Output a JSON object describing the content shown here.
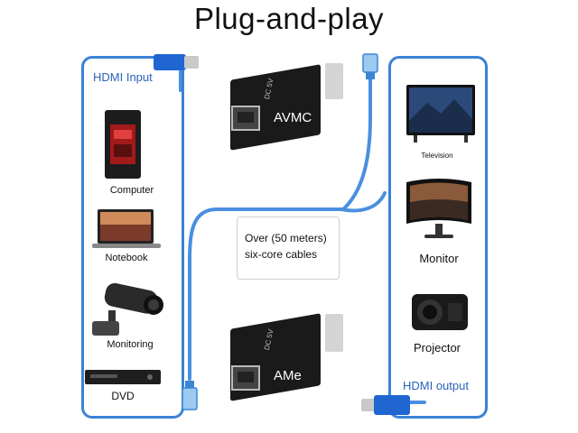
{
  "title": "Plug-and-play",
  "left_panel": {
    "label": "HDMI Input",
    "devices": [
      {
        "label": "Computer",
        "icon": "computer-tower-icon"
      },
      {
        "label": "Notebook",
        "icon": "laptop-icon"
      },
      {
        "label": "Monitoring",
        "icon": "cctv-camera-icon"
      },
      {
        "label": "DVD",
        "icon": "dvd-player-icon"
      }
    ]
  },
  "right_panel": {
    "label": "HDMI output",
    "devices": [
      {
        "label": "Television",
        "icon": "television-icon"
      },
      {
        "label": "Monitor",
        "icon": "monitor-icon"
      },
      {
        "label": "Projector",
        "icon": "projector-icon"
      }
    ]
  },
  "extenders": {
    "top": {
      "label": "AVMC",
      "port_text": "DC 5V"
    },
    "bottom": {
      "label": "AMe",
      "port_text": "DC 5V"
    }
  },
  "cable_note": {
    "line1": "Over (50 meters)",
    "line2": "six-core cables"
  },
  "colors": {
    "accent": "#3b82d6",
    "cable": "#4a8fe0",
    "device_body": "#1a1a1a"
  }
}
